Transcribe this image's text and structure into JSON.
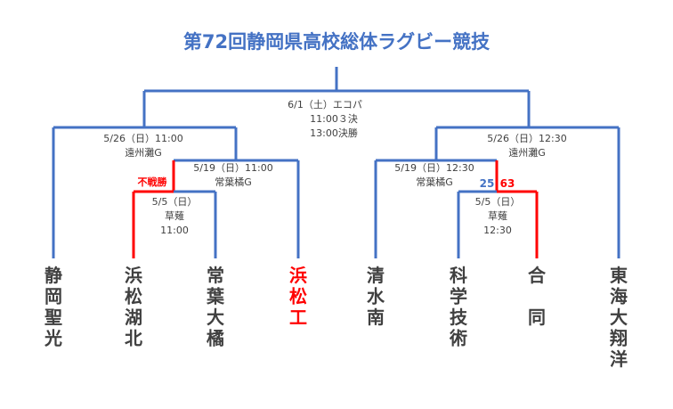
{
  "title": "第72回静岡県高校総体ラグビー競技",
  "final": {
    "date": "6/1（土）エコパ",
    "line2": "11:00３決",
    "line3": "13:00決勝"
  },
  "left_semi": {
    "date": "5/26（日）11:00",
    "venue": "遠州灘G"
  },
  "right_semi": {
    "date": "5/26（日）12:30",
    "venue": "遠州灘G"
  },
  "left_qf": {
    "date": "5/19（日）11:00",
    "venue": "常葉橘G",
    "note": "不戦勝"
  },
  "right_qf": {
    "date": "5/19（日）12:30",
    "venue": "常葉橘G",
    "score_left": "25",
    "score_right": "63"
  },
  "left_r1": {
    "date": "5/5（日）",
    "venue": "草薙",
    "time": "11:00"
  },
  "right_r1": {
    "date": "5/5（日）",
    "venue": "草薙",
    "time": "12:30"
  },
  "teams": [
    {
      "name": "静岡聖光",
      "winner": false
    },
    {
      "name": "浜松湖北",
      "winner": false
    },
    {
      "name": "常葉大橘",
      "winner": false
    },
    {
      "name": "浜松工",
      "winner": true
    },
    {
      "name": "清水南",
      "winner": false
    },
    {
      "name": "科学技術",
      "winner": false
    },
    {
      "name": "合　同",
      "winner": false
    },
    {
      "name": "東海大翔洋",
      "winner": false
    }
  ],
  "colors": {
    "line": "#4472c4",
    "winner": "#ff0000",
    "text": "#404040"
  }
}
